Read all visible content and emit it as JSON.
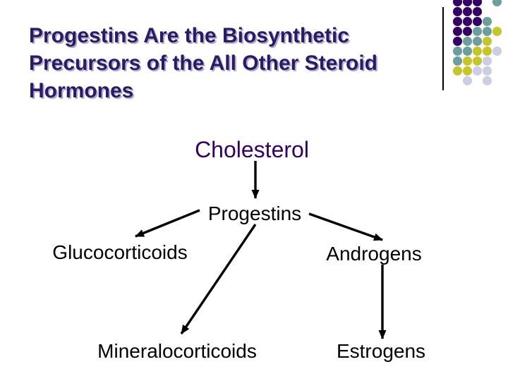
{
  "slide": {
    "background_color": "#ffffff",
    "title": {
      "lines": [
        "Progestins Are the Biosynthetic",
        "Precursors of the All Other Steroid",
        "Hormones"
      ],
      "color": "#2b1a67",
      "shadow_color": "#b3aacb"
    },
    "ornament": {
      "description": "grid of colored dots with vertical rule",
      "line_color": "#000000",
      "colors": {
        "P": "#330066",
        "T": "#6d9e9e",
        "Y": "#c5c629",
        "L": "#cbcee4"
      },
      "pattern_rows": [
        "PPP.T",
        "PPP..",
        "PPPT.",
        "PPTTY",
        "PTTY.",
        "TTYYL",
        "TYYL.",
        "YYLL.",
        ".L.L."
      ]
    },
    "diagram": {
      "nodes": [
        {
          "id": "cholesterol",
          "label": "Cholesterol",
          "color": "#330066"
        },
        {
          "id": "progestins",
          "label": "Progestins",
          "color": "#000000"
        },
        {
          "id": "glucocorticoids",
          "label": "Glucocorticoids",
          "color": "#000000"
        },
        {
          "id": "androgens",
          "label": "Androgens",
          "color": "#000000"
        },
        {
          "id": "mineralocorticoids",
          "label": "Mineralocorticoids",
          "color": "#000000"
        },
        {
          "id": "estrogens",
          "label": "Estrogens",
          "color": "#000000"
        }
      ],
      "edges": [
        {
          "from": "cholesterol",
          "to": "progestins"
        },
        {
          "from": "progestins",
          "to": "glucocorticoids"
        },
        {
          "from": "progestins",
          "to": "androgens"
        },
        {
          "from": "progestins",
          "to": "mineralocorticoids"
        },
        {
          "from": "androgens",
          "to": "estrogens"
        }
      ],
      "arrow_color": "#000000"
    }
  }
}
